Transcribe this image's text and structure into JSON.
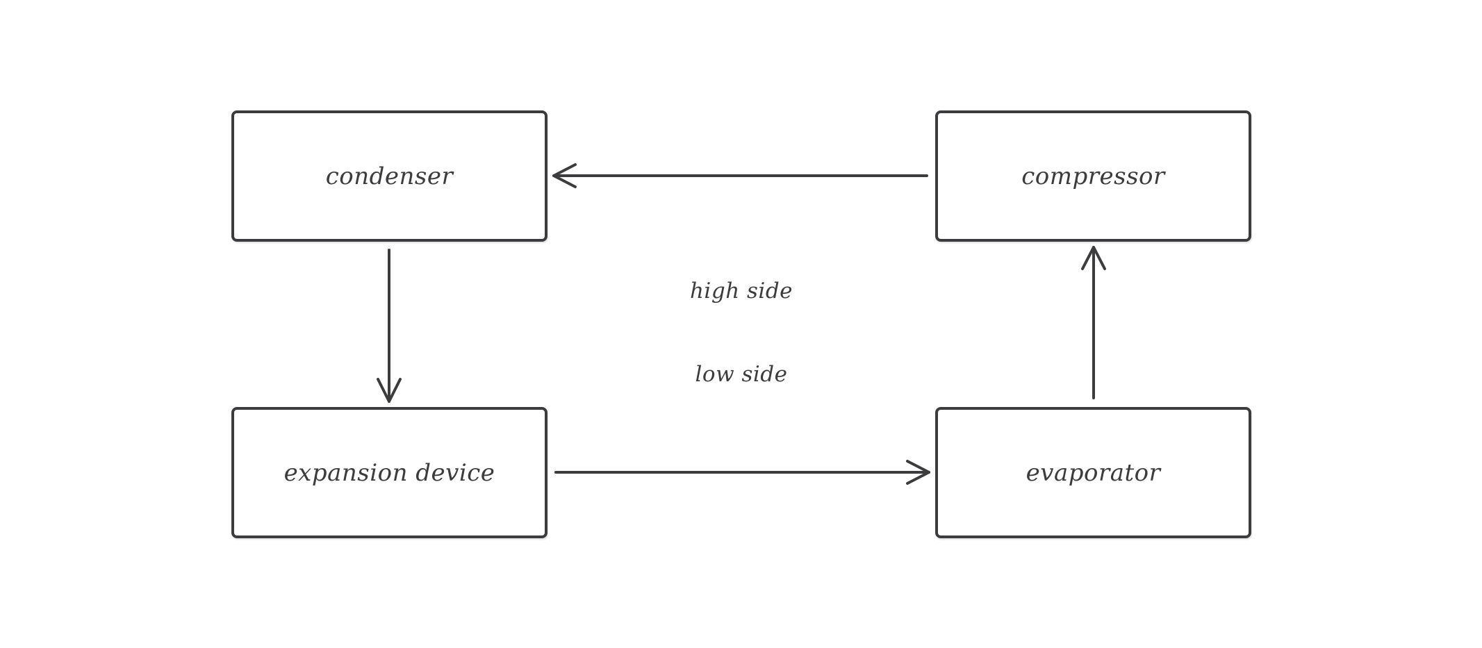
{
  "diagram": {
    "nodes": [
      {
        "id": "condenser",
        "label": "condenser"
      },
      {
        "id": "compressor",
        "label": "compressor"
      },
      {
        "id": "expansion",
        "label": "expansion device"
      },
      {
        "id": "evaporator",
        "label": "evaporator"
      }
    ],
    "edges": [
      {
        "from": "compressor",
        "to": "condenser"
      },
      {
        "from": "condenser",
        "to": "expansion"
      },
      {
        "from": "expansion",
        "to": "evaporator"
      },
      {
        "from": "evaporator",
        "to": "compressor"
      }
    ],
    "labels": {
      "high_side": "high side",
      "low_side": "low side"
    },
    "colors": {
      "stroke": "#3c3c3e",
      "text": "#3c3c3e",
      "background": "#ffffff"
    }
  }
}
